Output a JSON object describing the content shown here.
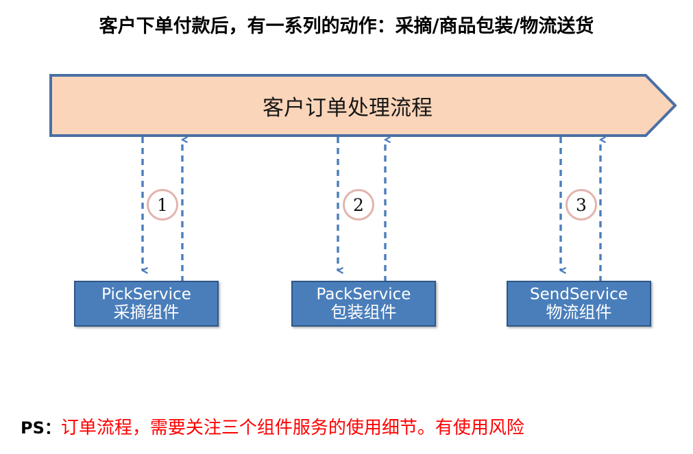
{
  "page": {
    "title_text": "客户下单付款后，有一系列的动作：采摘/商品包装/物流送货",
    "background_color": "#FFFFFF"
  },
  "banner": {
    "label": "客户订单处理流程",
    "fill_color": "#FAD5BA",
    "border_color": "#4A6FA5",
    "shape": "right-chevron-arrow"
  },
  "colors": {
    "service_box_fill": "#4A7EBB",
    "service_box_border": "#2E5685",
    "connector_blue": "#4A7EBB",
    "circle_border_pink": "#E3B4AE",
    "footnote_red": "#FF0000",
    "text_black": "#000000"
  },
  "flows": [
    {
      "number": "1",
      "service": {
        "name_en": "PickService",
        "name_cn": "采摘组件"
      },
      "request_arrow": "down-dashed-arrow",
      "response_arrow": "up-dashed-arrow"
    },
    {
      "number": "2",
      "service": {
        "name_en": "PackService",
        "name_cn": "包装组件"
      },
      "request_arrow": "down-dashed-arrow",
      "response_arrow": "up-dashed-arrow"
    },
    {
      "number": "3",
      "service": {
        "name_en": "SendService",
        "name_cn": "物流组件"
      },
      "request_arrow": "down-dashed-arrow",
      "response_arrow": "up-dashed-arrow"
    }
  ],
  "footnote": {
    "prefix": "PS：",
    "text": "订单流程，需要关注三个组件服务的使用细节。有使用风险"
  }
}
